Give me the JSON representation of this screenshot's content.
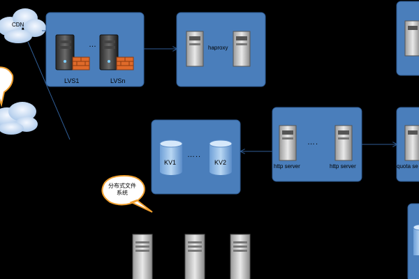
{
  "cdn": {
    "label": "CDN"
  },
  "lvs_group": {
    "node1": "LVS1",
    "node2": "LVSn",
    "dots": "…"
  },
  "haproxy_group": {
    "label": "haproxy"
  },
  "http_group": {
    "node1": "http  server",
    "node2": "http server",
    "dots": "…."
  },
  "kv_group": {
    "node1": "KV1",
    "node2": "KV2",
    "dots": "….."
  },
  "quota_group": {
    "label": "quota se"
  },
  "callout": {
    "line1": "分布式文件",
    "line2": "系统"
  },
  "colors": {
    "background": "#000000",
    "group_box": "#4a7ebb",
    "box_border": "#2f5d96",
    "arrow": "#2f5d96",
    "callout_fill": "#ffffff",
    "callout_border": "#f0a030"
  }
}
